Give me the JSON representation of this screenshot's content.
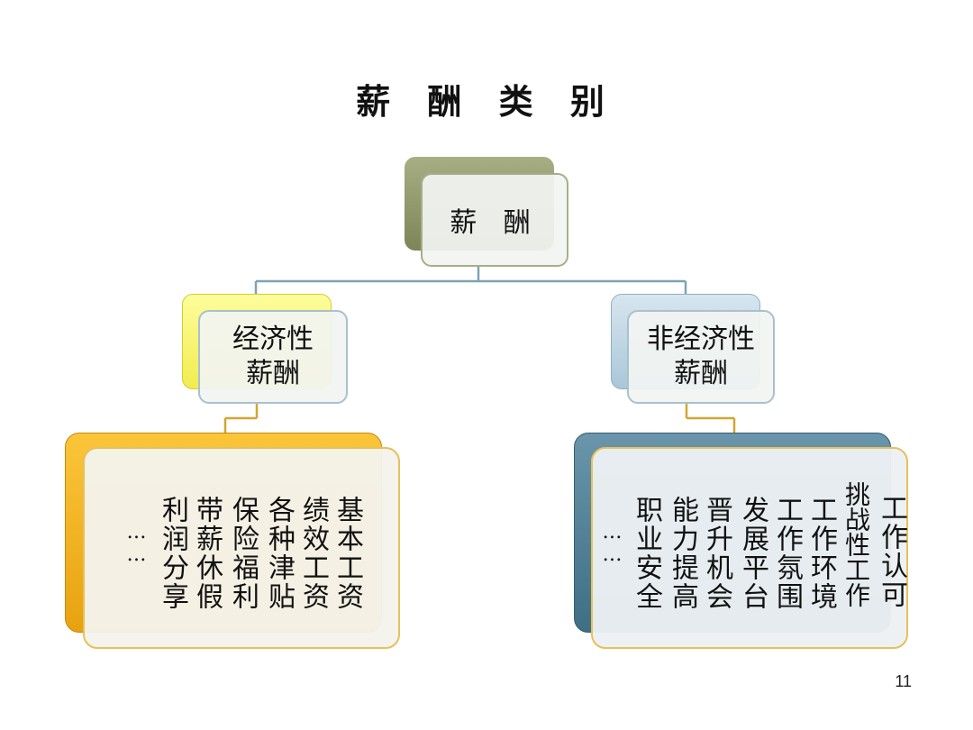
{
  "title": "薪 酬 类 别",
  "root": {
    "label": "薪 酬"
  },
  "left": {
    "label_line1": "经济性",
    "label_line2": "薪酬",
    "items": [
      "基本工资",
      "绩效工资",
      "各种津贴",
      "保险福利",
      "带薪休假",
      "利润分享"
    ],
    "ellipsis": "……"
  },
  "right": {
    "label_line1": "非经济性",
    "label_line2": "薪酬",
    "items": [
      "工作认可",
      "挑战性工作",
      "工作环境",
      "工作氛围",
      "发展平台",
      "晋升机会",
      "能力提高",
      "职业安全"
    ],
    "ellipsis": "……"
  },
  "page_number": "11",
  "colors": {
    "connector_top": "#7fa3b2",
    "connector_bottom": "#d4a534",
    "root_fill": "#8e9668",
    "left_fill": "#f5f16c",
    "right_fill": "#bcd4e2",
    "left_detail_fill": "#f4b523",
    "right_detail_fill": "#4f7f96"
  }
}
